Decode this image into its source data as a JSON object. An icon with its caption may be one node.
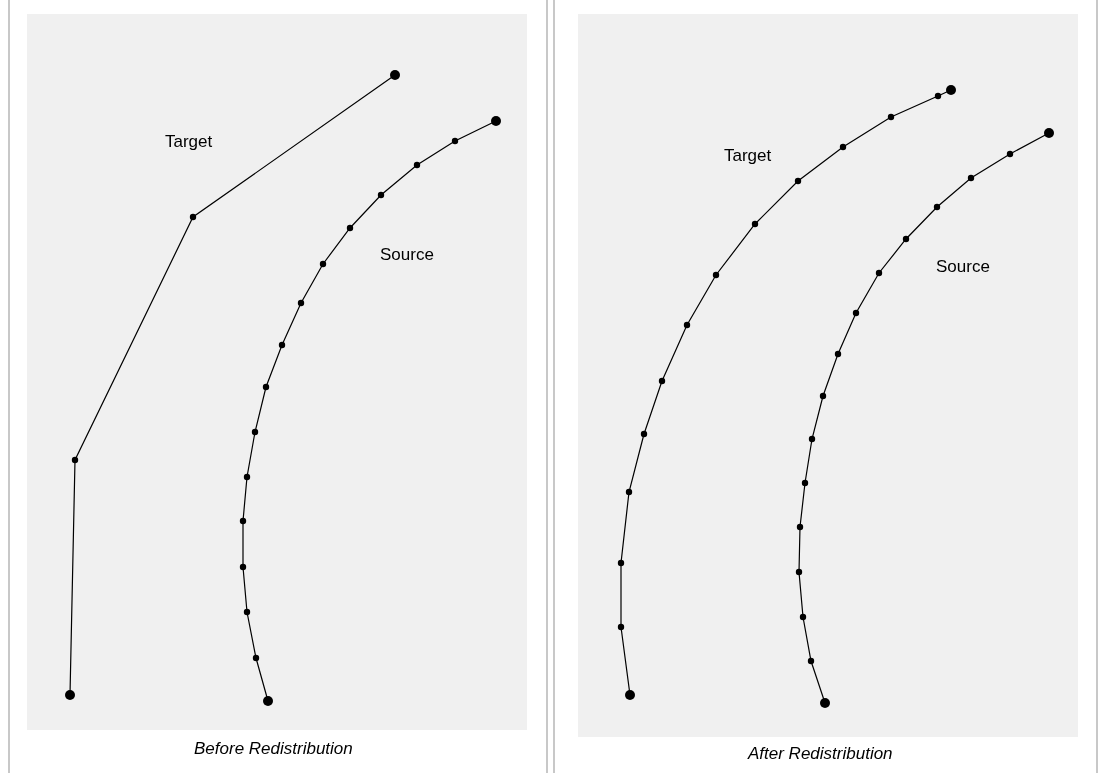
{
  "diagram": {
    "labels": [
      "Target",
      "Source",
      "Before Redistribution",
      "Target",
      "Source",
      "After Redistribution"
    ]
  }
}
